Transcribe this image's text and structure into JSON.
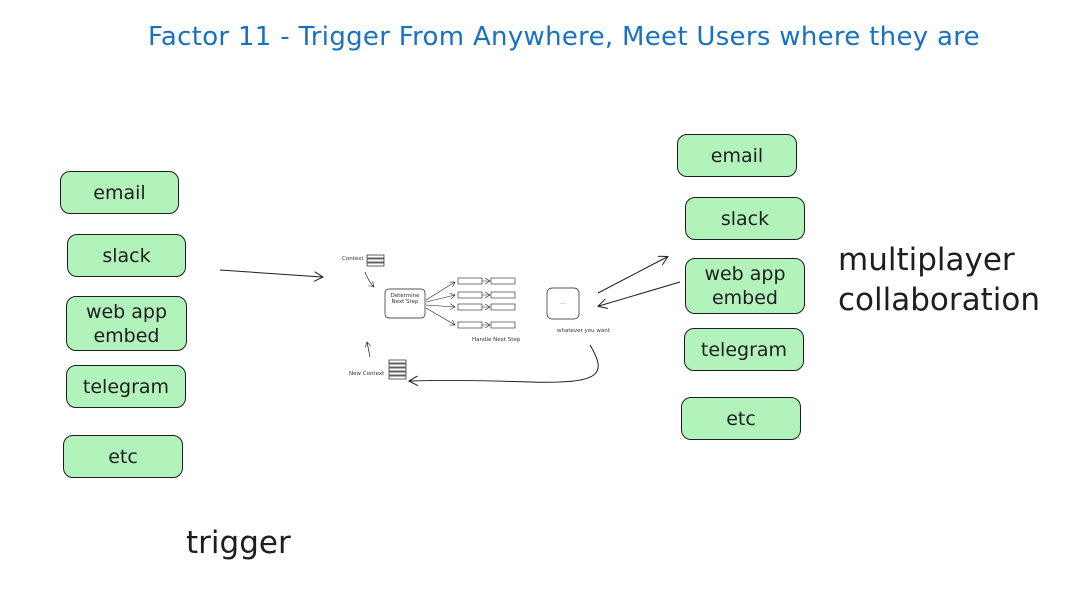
{
  "title": "Factor 11 - Trigger From Anywhere, Meet Users where they are",
  "left_channels": [
    "email",
    "slack",
    "web app embed",
    "telegram",
    "etc"
  ],
  "right_channels": [
    "email",
    "slack",
    "web app embed",
    "telegram",
    "etc"
  ],
  "labels": {
    "trigger": "trigger",
    "multiplayer": "multiplayer collaboration"
  },
  "center": {
    "context": "Context",
    "determine": "Determine Next Step",
    "handle": "Handle Next Step",
    "output_box": "...",
    "whatever": "whatever you want",
    "new_context": "New Context"
  },
  "colors": {
    "title": "#1971c2",
    "pill_fill": "#b2f2bb",
    "stroke": "#1e1e1e"
  }
}
